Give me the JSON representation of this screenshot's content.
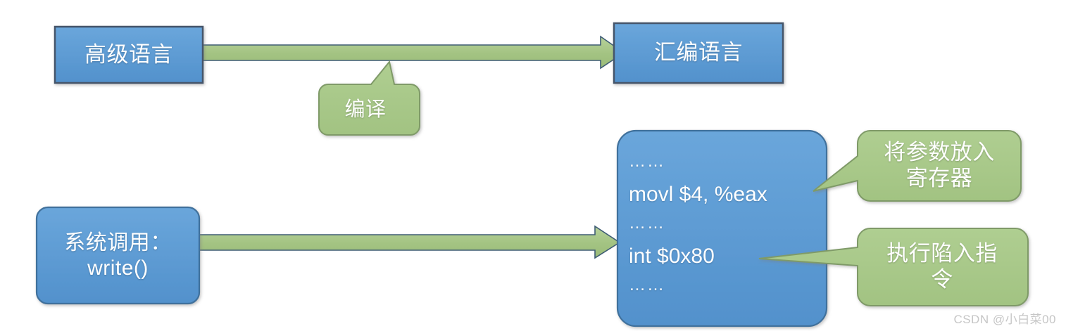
{
  "diagram": {
    "title": "system-call-compilation-flow",
    "colors": {
      "box_blue_fill": "#5B9BD5",
      "box_blue_border": "#41719C",
      "rect_border_dark": "#44546A",
      "callout_green_fill": "#A9C98A",
      "callout_green_border": "#7F9A68",
      "arrow_green_fill": "#A9C98A",
      "arrow_border": "#3E5C74",
      "text_white": "#FFFFFF",
      "background": "#FFFFFF",
      "watermark_gray": "#C6C6C6"
    },
    "nodes": {
      "high_level_language": {
        "label": "高级语言",
        "shape": "rectangle",
        "fill": "blue"
      },
      "assembly_language": {
        "label": "汇编语言",
        "shape": "rectangle",
        "fill": "blue"
      },
      "system_call": {
        "line1": "系统调用：",
        "line2": "write()",
        "shape": "rounded-rectangle",
        "fill": "blue"
      },
      "code_block": {
        "shape": "rounded-rectangle",
        "fill": "blue",
        "lines": [
          "……",
          "movl $4, %eax",
          "……",
          "int $0x80",
          "……"
        ]
      }
    },
    "callouts": {
      "compile": {
        "label": "编译",
        "pointer": "up"
      },
      "put_args_in_registers": {
        "line1": "将参数放入",
        "line2": "寄存器",
        "pointer": "left"
      },
      "execute_trap_instruction": {
        "line1": "执行陷入指",
        "line2": "令",
        "pointer": "left"
      }
    },
    "arrows": {
      "compile_arrow": {
        "from": "high_level_language",
        "to": "assembly_language",
        "direction": "right"
      },
      "syscall_arrow": {
        "from": "system_call",
        "to": "code_block",
        "direction": "right"
      }
    },
    "watermark": "CSDN @小白菜00"
  }
}
